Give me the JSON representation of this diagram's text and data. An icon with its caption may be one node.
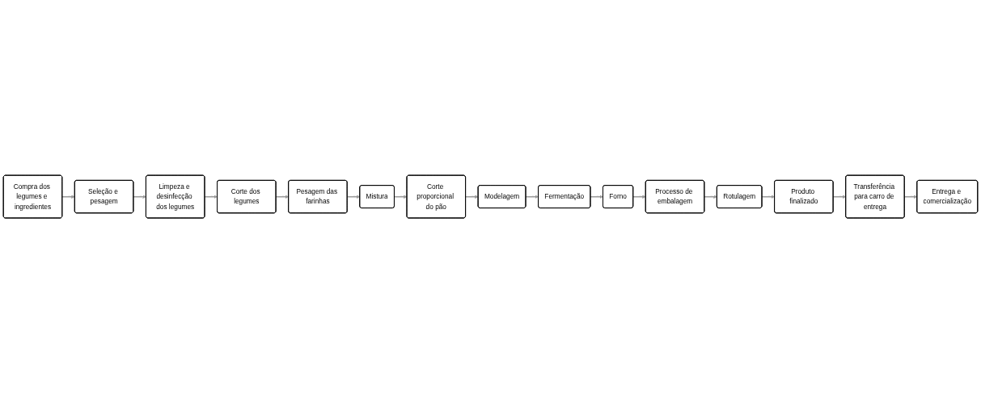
{
  "diagram": {
    "nodes": [
      {
        "text": [
          "Compra dos legumes e ingredientes"
        ]
      },
      {
        "text": [
          "Seleção e pesagem"
        ]
      },
      {
        "text": [
          "Limpeza e desinfecção dos legumes"
        ]
      },
      {
        "text": [
          "Corte dos legumes"
        ]
      },
      {
        "text": [
          "Pesagem das farinhas"
        ]
      },
      {
        "text": [
          "Mistura"
        ]
      },
      {
        "text": [
          "Corte proporcional do pão"
        ]
      },
      {
        "text": [
          "Modelagem"
        ]
      },
      {
        "text": [
          "Fermentação"
        ]
      },
      {
        "text": [
          "Forno"
        ]
      },
      {
        "text": [
          "Processo de embalagem"
        ]
      },
      {
        "text": [
          "Rotulagem"
        ]
      },
      {
        "text": [
          "Produto finalizado"
        ]
      },
      {
        "text": [
          "Transferência para carro de entrega"
        ]
      },
      {
        "text": [
          "Entrega e comercialização"
        ]
      }
    ],
    "edges": [
      {
        "from": 0,
        "to": 1,
        "arrow": "to"
      },
      {
        "from": 1,
        "to": 2,
        "arrow": "to"
      },
      {
        "from": 2,
        "to": 3,
        "arrow": "to"
      },
      {
        "from": 3,
        "to": 4,
        "arrow": "to"
      },
      {
        "from": 4,
        "to": 5,
        "arrow": "to"
      },
      {
        "from": 5,
        "to": 6,
        "arrow": "to"
      },
      {
        "from": 6,
        "to": 7,
        "arrow": "to"
      },
      {
        "from": 7,
        "to": 8,
        "arrow": "to"
      },
      {
        "from": 8,
        "to": 9,
        "arrow": "to"
      },
      {
        "from": 9,
        "to": 10,
        "arrow": "to"
      },
      {
        "from": 10,
        "to": 11,
        "arrow": "to"
      },
      {
        "from": 11,
        "to": 12,
        "arrow": "to"
      },
      {
        "from": 12,
        "to": 13,
        "arrow": "to"
      },
      {
        "from": 13,
        "to": 14,
        "arrow": "to"
      }
    ]
  }
}
